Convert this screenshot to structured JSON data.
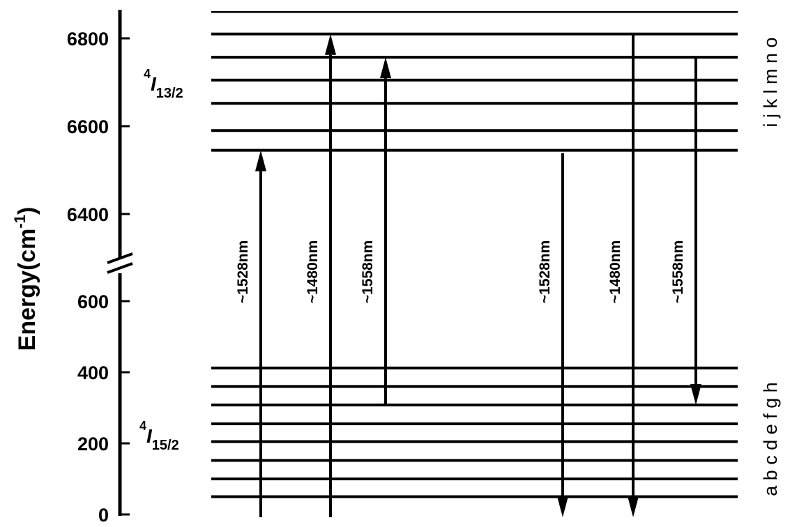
{
  "axis": {
    "title_main": "Energy(cm",
    "title_sup": "-1",
    "title_close": ")",
    "ticks": [
      {
        "value": 6800,
        "label": "6800"
      },
      {
        "value": 6600,
        "label": "6600"
      },
      {
        "value": 6400,
        "label": "6400"
      },
      {
        "value": 600,
        "label": "600"
      },
      {
        "value": 400,
        "label": "400"
      },
      {
        "value": 200,
        "label": "200"
      },
      {
        "value": 0,
        "label": "0"
      }
    ]
  },
  "manifolds": {
    "upper": {
      "sup": "4",
      "letter": "I",
      "sub": "13/2",
      "levels": [
        {
          "id": "i",
          "energy": 6545
        },
        {
          "id": "j",
          "energy": 6590
        },
        {
          "id": "k",
          "energy": 6652
        },
        {
          "id": "l",
          "energy": 6705
        },
        {
          "id": "m",
          "energy": 6757
        },
        {
          "id": "n",
          "energy": 6810
        },
        {
          "id": "o",
          "energy": 6860
        }
      ],
      "letters_label": "i j k l m n o"
    },
    "lower": {
      "sup": "4",
      "letter": "I",
      "sub": "15/2",
      "levels": [
        {
          "id": "a",
          "energy": 50
        },
        {
          "id": "b",
          "energy": 100
        },
        {
          "id": "c",
          "energy": 152
        },
        {
          "id": "d",
          "energy": 205
        },
        {
          "id": "e",
          "energy": 255
        },
        {
          "id": "f",
          "energy": 308
        },
        {
          "id": "g",
          "energy": 360
        },
        {
          "id": "h",
          "energy": 412
        }
      ],
      "letters_label": "a b c d e f g h"
    }
  },
  "transitions": [
    {
      "kind": "absorption",
      "label": "~1528nm",
      "from": "a",
      "to": "i"
    },
    {
      "kind": "absorption",
      "label": "~1480nm",
      "from": "a",
      "to": "n"
    },
    {
      "kind": "absorption",
      "label": "~1558nm",
      "from": "f",
      "to": "m"
    },
    {
      "kind": "emission",
      "label": "~1528nm",
      "from": "i",
      "to": "a"
    },
    {
      "kind": "emission",
      "label": "~1480nm",
      "from": "n",
      "to": "a"
    },
    {
      "kind": "emission",
      "label": "~1558nm",
      "from": "m",
      "to": "f"
    }
  ]
}
